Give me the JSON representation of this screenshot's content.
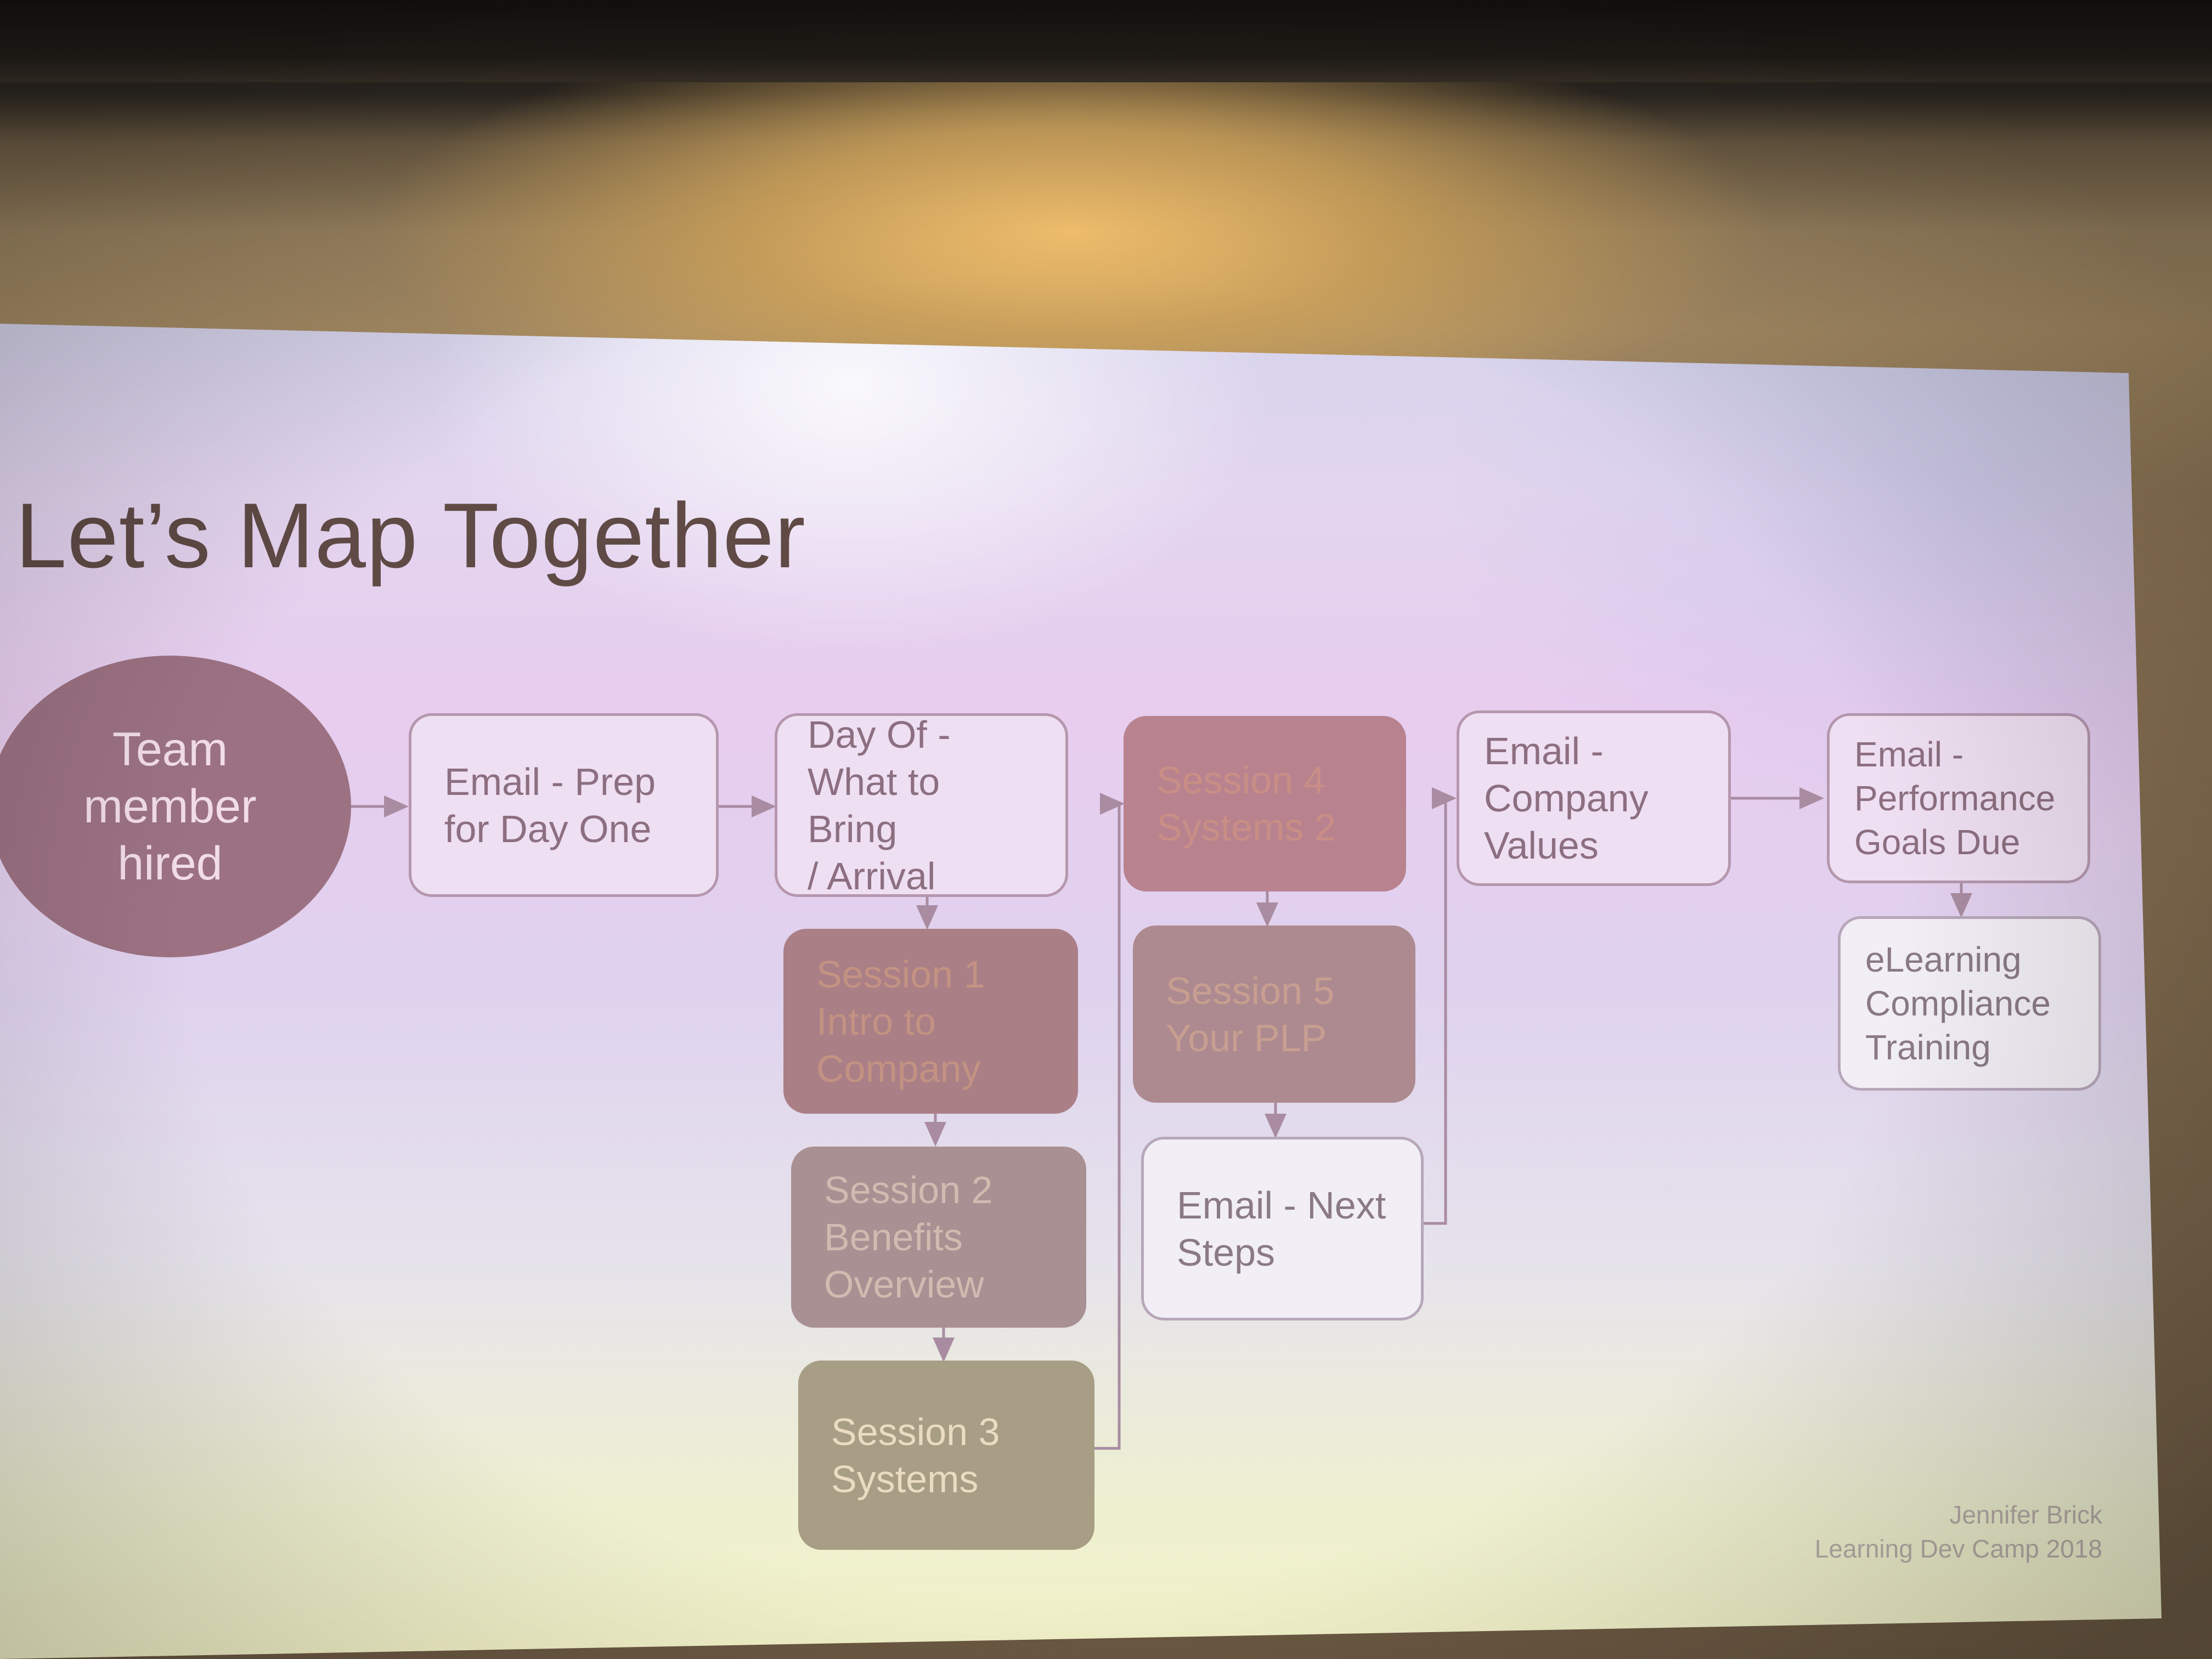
{
  "slide": {
    "title": "Let’s Map Together",
    "credit_line1": "Jennifer Brick",
    "credit_line2": "Learning Dev Camp 2018"
  },
  "nodes": {
    "hired": "Team\nmember\nhired",
    "email_prep": "Email - Prep\nfor Day One",
    "day_of": "Day Of -\nWhat to Bring\n/ Arrival",
    "session1": "Session 1\nIntro to\nCompany",
    "session2": "Session 2\nBenefits\nOverview",
    "session3": "Session 3\nSystems",
    "session4": "Session 4\nSystems 2",
    "session5": "Session  5\nYour PLP",
    "email_next": "Email - Next\nSteps",
    "email_values": "Email -\nCompany\nValues",
    "email_goals": "Email -\nPerformance\nGoals Due",
    "elearning": "eLearning\nCompliance\nTraining"
  },
  "colors": {
    "title": "#5f4a45",
    "ellipse": "#9c7283",
    "light_box": "#efdff2",
    "connector": "#a98ca1"
  }
}
